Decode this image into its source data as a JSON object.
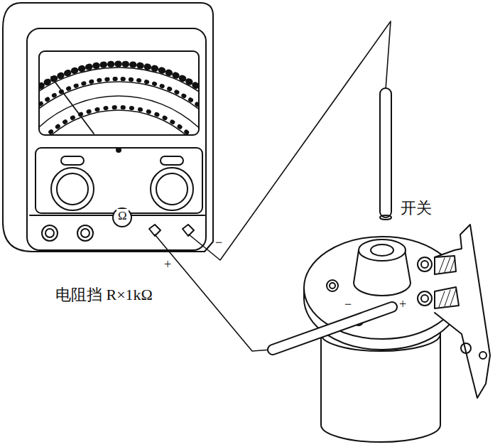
{
  "diagram": {
    "labels": [
      "开关",
      "−",
      "+",
      "电阻挡 R×1kΩ",
      "−",
      "+",
      "Ω"
    ]
  }
}
